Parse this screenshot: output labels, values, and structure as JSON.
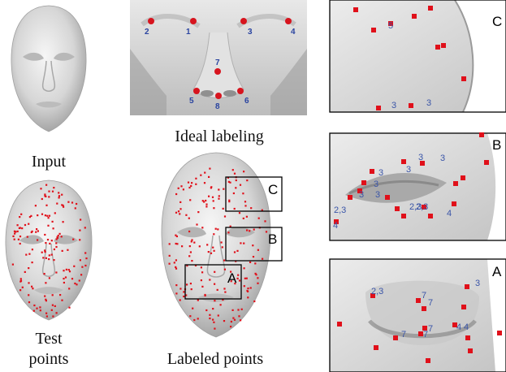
{
  "captions": {
    "input": "Input",
    "ideal": "Ideal labeling",
    "test_line1": "Test",
    "test_line2": "points",
    "labeled": "Labeled points"
  },
  "box_labels": {
    "a": "A",
    "b": "B",
    "c": "C"
  },
  "ideal_landmarks": [
    "1",
    "2",
    "3",
    "4",
    "5",
    "6",
    "7",
    "8"
  ],
  "zoom_c_labels": [
    "5",
    "3",
    "3"
  ],
  "zoom_b_labels": [
    "3",
    "3",
    "3",
    "3",
    "3",
    "3",
    "3",
    "2,3",
    "2,3",
    "2,3",
    "4",
    "4"
  ],
  "zoom_a_labels": [
    "2,3",
    "7",
    "7",
    "7",
    "7",
    "7",
    "3",
    "4",
    "4"
  ],
  "colors": {
    "point": "#e0101a",
    "label": "#2a44a0",
    "face": "#d8d8d8"
  }
}
